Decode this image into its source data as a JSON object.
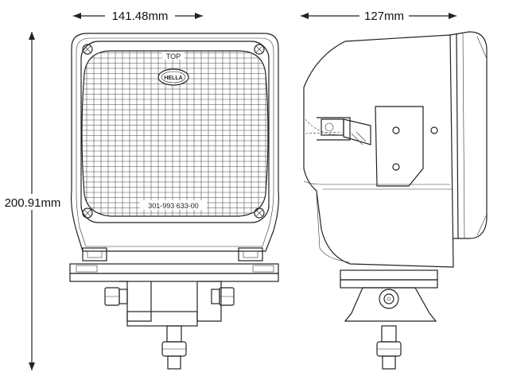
{
  "dimensions": {
    "front_width": "141.48mm",
    "side_depth": "127mm",
    "height": "200.91mm"
  },
  "lens": {
    "top_mark": "TOP",
    "logo_text": "HELLA",
    "part_number": "301-993 633-00"
  },
  "colors": {
    "line": "#222222",
    "background": "#ffffff"
  }
}
